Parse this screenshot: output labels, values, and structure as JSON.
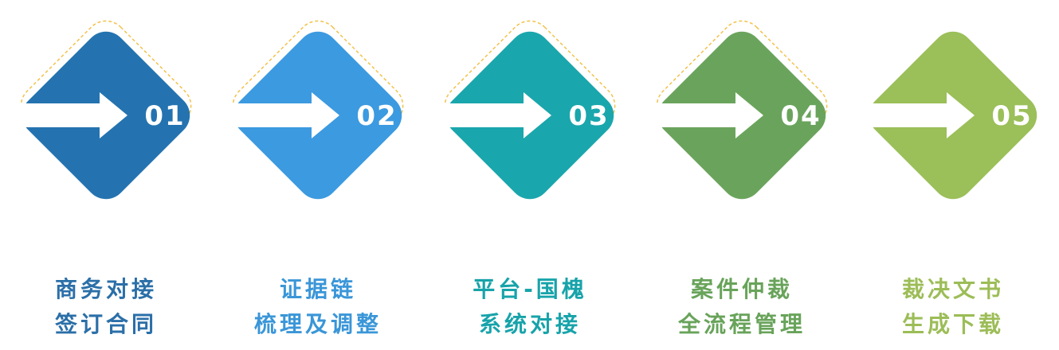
{
  "steps": [
    {
      "number": "01",
      "line1": "商务对接",
      "line2": "签订合同",
      "color": "#2473b0",
      "text_color": "#2b6fa8"
    },
    {
      "number": "02",
      "line1": "证据链",
      "line2": "梳理及调整",
      "color": "#3c9ae0",
      "text_color": "#3a96d8"
    },
    {
      "number": "03",
      "line1": "平台-国槐",
      "line2": "系统对接",
      "color": "#1aa6ad",
      "text_color": "#17a3aa"
    },
    {
      "number": "04",
      "line1": "案件仲裁",
      "line2": "全流程管理",
      "color": "#6aa45c",
      "text_color": "#68a35a"
    },
    {
      "number": "05",
      "line1": "裁决文书",
      "line2": "生成下载",
      "color": "#9bbf59",
      "text_color": "#9cbd57"
    }
  ],
  "colors": {
    "outline": "#f2c24a",
    "arrow": "#ffffff"
  },
  "icons": {
    "arrow": "right-arrow-icon"
  }
}
